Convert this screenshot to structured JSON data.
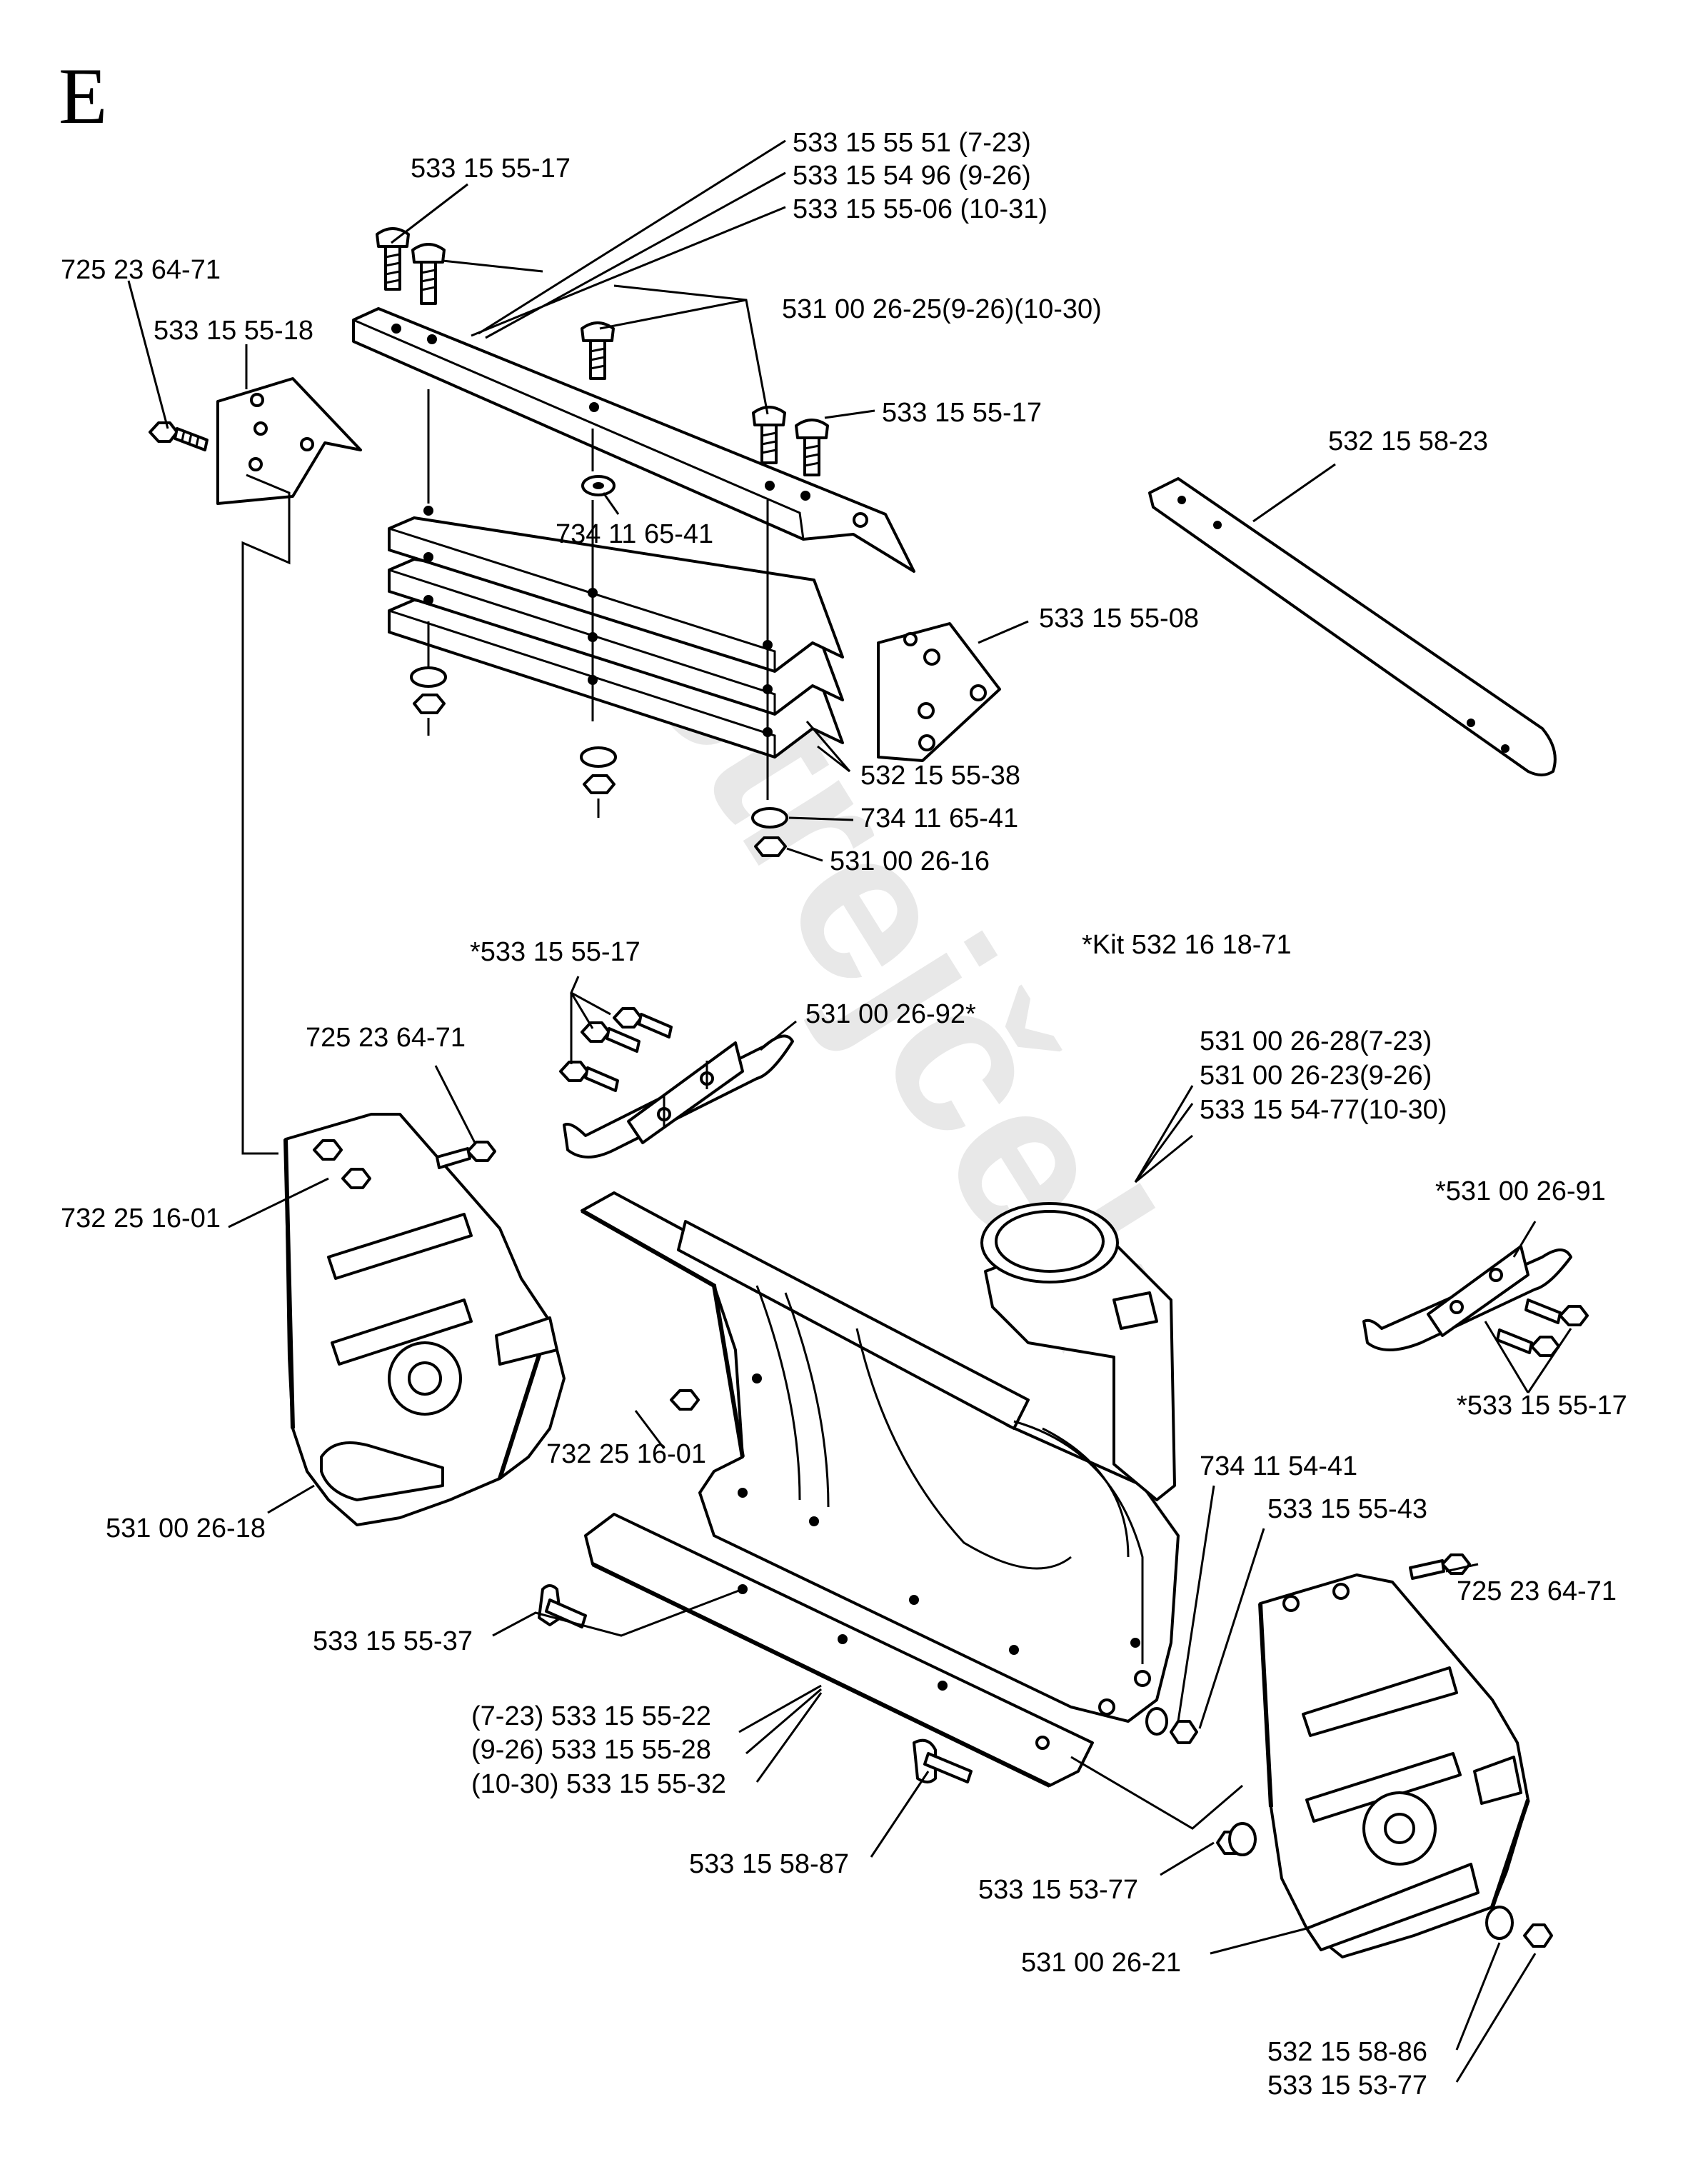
{
  "section_letter": "E",
  "watermark": "Strejček",
  "kit_note": "*Kit  532 16 18-71",
  "labels": {
    "l01": "533 15 55-17",
    "l02": "533 15 55 51 (7-23)",
    "l03": "533 15 54 96 (9-26)",
    "l04": "533 15 55-06 (10-31)",
    "l05": "725 23 64-71",
    "l06": "533 15 55-18",
    "l07": "531 00 26-25(9-26)(10-30)",
    "l08": "533 15 55-17",
    "l09": "532 15 58-23",
    "l10": "734 11 65-41",
    "l11": "533 15 55-08",
    "l12": "532 15 55-38",
    "l13": "734 11 65-41",
    "l14": "531 00 26-16",
    "l15": "*533 15 55-17",
    "l16": "725 23 64-71",
    "l17": "531 00 26-92*",
    "l18": "531 00 26-28(7-23)",
    "l19": "531 00 26-23(9-26)",
    "l20": "533 15 54-77(10-30)",
    "l21": "*531 00 26-91",
    "l22": "732 25 16-01",
    "l23": "732 25 16-01",
    "l24": "*533 15 55-17",
    "l25": "734 11 54-41",
    "l26": "533 15 55-43",
    "l27": "531 00 26-18",
    "l28": "725 23 64-71",
    "l29": "533 15 55-37",
    "l30": "(7-23) 533 15 55-22",
    "l31": "(9-26) 533 15 55-28",
    "l32": "(10-30) 533 15 55-32",
    "l33": "533 15 58-87",
    "l34": "533 15 53-77",
    "l35": "531 00 26-21",
    "l36": "532 15 58-86",
    "l37": "533 15 53-77"
  }
}
